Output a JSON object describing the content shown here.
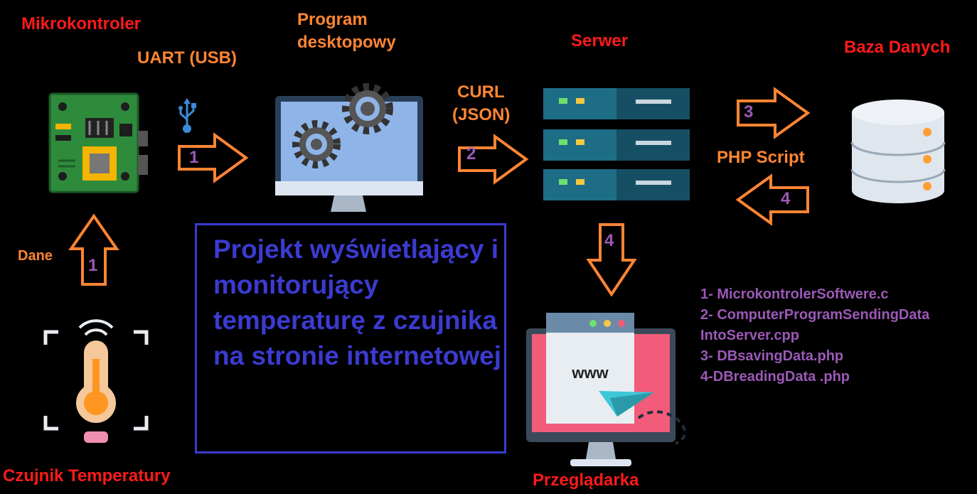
{
  "labels": {
    "microcontroller": "Mikrokontroler",
    "uart": "UART (USB)",
    "desktop_program_line1": "Program",
    "desktop_program_line2": "desktopowy",
    "server": "Serwer",
    "database": "Baza Danych",
    "curl_line1": "CURL",
    "curl_line2": "(JSON)",
    "php_script": "PHP Script",
    "data": "Dane",
    "temperature_sensor": "Czujnik Temperatury",
    "browser": "Przeglądarka"
  },
  "arrows": {
    "uart_to_program": "1",
    "sensor_to_micro": "1",
    "program_to_server": "2",
    "server_to_db": "3",
    "db_to_server": "4",
    "server_to_browser": "4"
  },
  "browser_icon_text": "www",
  "title": "Projekt wyświetlający i monitorujący temperaturę z czujnika na stronie internetowej",
  "legend": [
    "1- MicrokontrolerSoftwere.c",
    "2- ComputerProgramSendingData",
    "IntoServer.cpp",
    "3- DBsavingData.php",
    "4-DBreadingData .php"
  ],
  "colors": {
    "background": "#000000",
    "node_label": "#ff1a1a",
    "edge_label": "#ff8533",
    "arrow_number": "#9b59b6",
    "title": "#3b3bd1"
  }
}
